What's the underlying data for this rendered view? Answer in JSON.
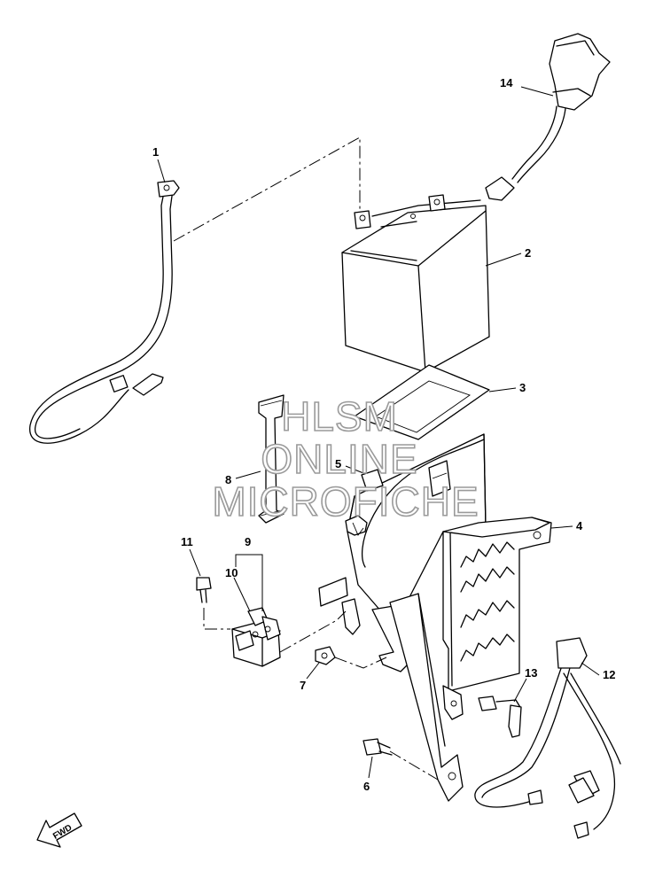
{
  "watermark": {
    "line1": "HLSM",
    "line2": "ONLINE",
    "line3": "MICROFICHE"
  },
  "fwd_label": "FWD",
  "parts": [
    {
      "id": "p1",
      "number": "1"
    },
    {
      "id": "p2",
      "number": "2"
    },
    {
      "id": "p3",
      "number": "3"
    },
    {
      "id": "p4",
      "number": "4"
    },
    {
      "id": "p5",
      "number": "5"
    },
    {
      "id": "p6",
      "number": "6"
    },
    {
      "id": "p7",
      "number": "7"
    },
    {
      "id": "p8",
      "number": "8"
    },
    {
      "id": "p9",
      "number": "9"
    },
    {
      "id": "p10",
      "number": "10"
    },
    {
      "id": "p11",
      "number": "11"
    },
    {
      "id": "p12",
      "number": "12"
    },
    {
      "id": "p13",
      "number": "13"
    },
    {
      "id": "p14",
      "number": "14"
    }
  ]
}
